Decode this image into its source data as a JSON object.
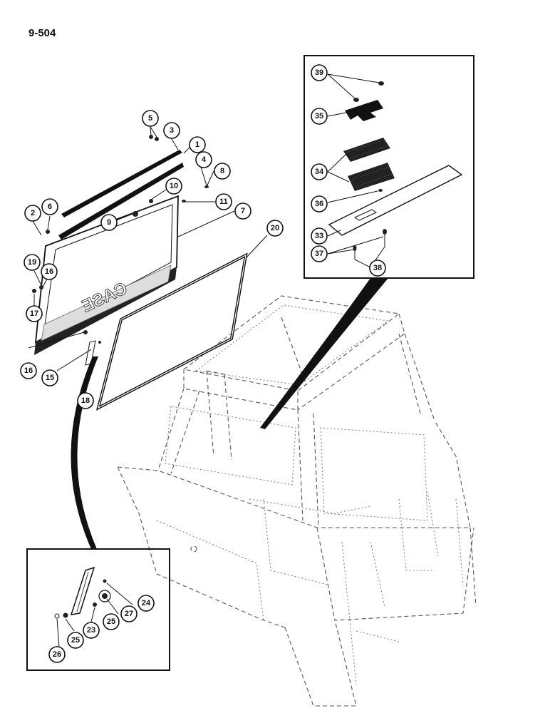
{
  "page": {
    "number": "9-504"
  },
  "callouts": [
    {
      "id": "c1",
      "label": "1"
    },
    {
      "id": "c2",
      "label": "2"
    },
    {
      "id": "c3",
      "label": "3"
    },
    {
      "id": "c4",
      "label": "4"
    },
    {
      "id": "c5",
      "label": "5"
    },
    {
      "id": "c6",
      "label": "6"
    },
    {
      "id": "c7",
      "label": "7"
    },
    {
      "id": "c8",
      "label": "8"
    },
    {
      "id": "c9",
      "label": "9"
    },
    {
      "id": "c10",
      "label": "10"
    },
    {
      "id": "c11",
      "label": "11"
    },
    {
      "id": "c15",
      "label": "15"
    },
    {
      "id": "c16a",
      "label": "16"
    },
    {
      "id": "c16b",
      "label": "16"
    },
    {
      "id": "c17",
      "label": "17"
    },
    {
      "id": "c18",
      "label": "18"
    },
    {
      "id": "c19",
      "label": "19"
    },
    {
      "id": "c20",
      "label": "20"
    },
    {
      "id": "c23",
      "label": "23"
    },
    {
      "id": "c24",
      "label": "24"
    },
    {
      "id": "c25a",
      "label": "25"
    },
    {
      "id": "c25b",
      "label": "25"
    },
    {
      "id": "c26",
      "label": "26"
    },
    {
      "id": "c27",
      "label": "27"
    },
    {
      "id": "c33",
      "label": "33"
    },
    {
      "id": "c34",
      "label": "34"
    },
    {
      "id": "c35",
      "label": "35"
    },
    {
      "id": "c36",
      "label": "36"
    },
    {
      "id": "c37",
      "label": "37"
    },
    {
      "id": "c38",
      "label": "38"
    },
    {
      "id": "c39",
      "label": "39"
    }
  ],
  "decal": {
    "text": "CASE"
  }
}
